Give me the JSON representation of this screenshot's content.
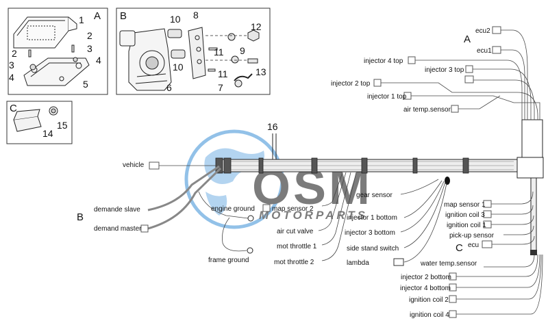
{
  "watermark": {
    "logo_text": "OSM",
    "sub_text": "MOTORPARTS",
    "color": "#3a8fd6"
  },
  "colors": {
    "line": "#222222",
    "harness_fill": "#eeeeee",
    "box_border": "#333333"
  },
  "inset_a": {
    "letter": "A",
    "numbers": [
      "1",
      "2",
      "3",
      "4",
      "2",
      "3",
      "4",
      "5"
    ]
  },
  "inset_b": {
    "letter": "B",
    "numbers": [
      "10",
      "8",
      "12",
      "9",
      "11",
      "10",
      "11",
      "13",
      "6",
      "7"
    ]
  },
  "inset_c": {
    "letter": "C",
    "numbers": [
      "14",
      "15"
    ]
  },
  "main_labels": {
    "ref_a": "A",
    "ref_b": "B",
    "ref_c": "C",
    "part_16": "16",
    "ecu2": "ecu2",
    "ecu1": "ecu1",
    "injector_4_top": "injector 4 top",
    "injector_3_top": "injector 3 top",
    "injector_2_top": "injector 2 top",
    "injector_1_top": "injector 1 top",
    "air_temp_sensor": "air temp.sensor",
    "vehicle": "vehicle",
    "demande_slave": "demande slave",
    "demand_master": "demand master",
    "engine_ground": "engine ground",
    "frame_ground": "frame ground",
    "map_sensor_2": "map sensor 2",
    "air_cut_valve": "air cut valve",
    "mot_throttle_1": "mot throttle 1",
    "mot_throttle_2": "mot throttle 2",
    "gear_sensor": "gear sensor",
    "injector_1_bottom": "injector 1 bottom",
    "injector_3_bottom": "injector 3 bottom",
    "side_stand_switch": "side stand switch",
    "lambda": "lambda",
    "map_sensor_1": "map sensor 1",
    "ignition_coil_3": "ignition coil 3",
    "ignition_coil_1": "ignition coil 1",
    "pick_up_sensor": "pick-up sensor",
    "ecu": "ecu",
    "water_temp_sensor": "water temp.sensor",
    "injector_2_bottom": "injector 2 bottom",
    "injector_4_bottom": "injector 4 bottom",
    "ignition_coil_2": "ignition coil 2",
    "ignition_coil_4": "ignition coil 4"
  }
}
